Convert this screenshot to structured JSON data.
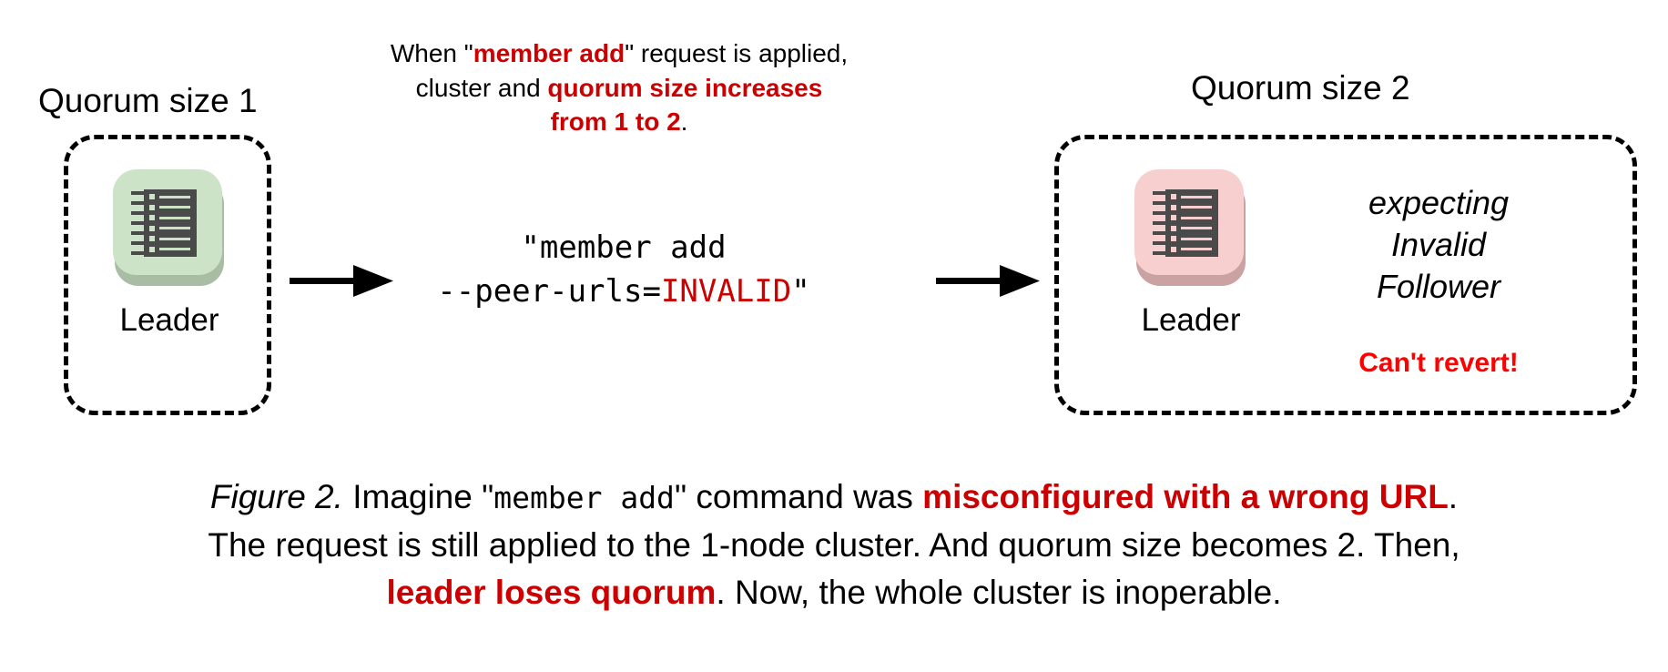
{
  "figure": {
    "top_caption": {
      "line1_plain_a": "When \"",
      "line1_emphasis": "member add",
      "line1_plain_b": "\" request is applied,",
      "line2_plain": "cluster and ",
      "line2_emphasis": "quorum size increases",
      "line3_emphasis": "from 1 to 2",
      "line3_plain": "."
    },
    "left_cluster": {
      "quorum_label": "Quorum size 1",
      "node_label": "Leader",
      "icon_name": "server-rack-icon",
      "tile_color": "#cde3c8",
      "shadow_color": "#a9bda4"
    },
    "right_cluster": {
      "quorum_label": "Quorum size 2",
      "node_label": "Leader",
      "icon_name": "server-rack-icon",
      "tile_color": "#f7cfcf",
      "shadow_color": "#caa2a2",
      "expecting_line1": "expecting",
      "expecting_line2": "Invalid",
      "expecting_line3": "Follower",
      "warning": "Can't revert!"
    },
    "command": {
      "line1": "\"member add",
      "line2_plain": "--peer-urls=",
      "line2_emphasis": "INVALID",
      "line2_close": "\""
    },
    "arrows": {
      "arrow1_name": "arrow-left-to-command",
      "arrow2_name": "arrow-command-to-right"
    },
    "caption": {
      "figure_number": "Figure 2.",
      "seg1": " Imagine \"",
      "seg2_mono": "member add",
      "seg3": "\" command was ",
      "seg4_emphasis": "misconfigured with a wrong URL",
      "seg5": ".",
      "seg6": "The request is still applied to the 1-node cluster. And quorum size becomes 2. Then,",
      "seg7_emphasis": "leader loses quorum",
      "seg8": ". Now, the whole cluster is inoperable."
    },
    "colors": {
      "emphasis_red": "#cc0000",
      "warning_red": "#fe0000",
      "text_black": "#000000",
      "icon_body": "#4a4a4a",
      "background": "#ffffff"
    }
  }
}
